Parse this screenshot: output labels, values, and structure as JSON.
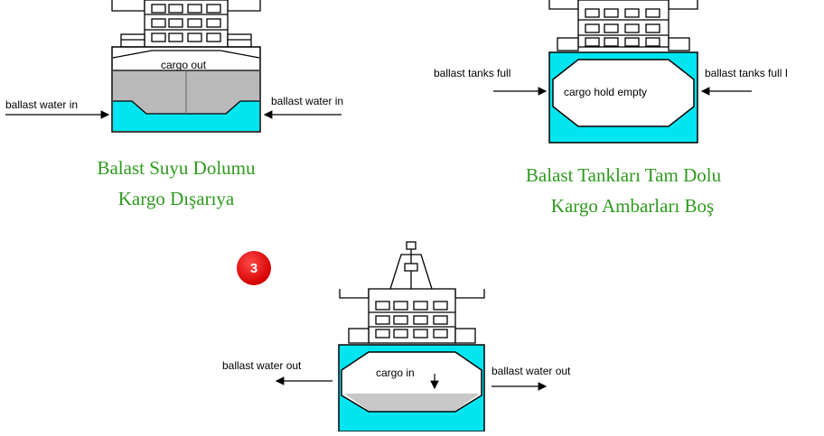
{
  "panel_1": {
    "hold_label": "cargo out",
    "left_arrow_label": "ballast water in",
    "right_arrow_label": "ballast water in",
    "caption_line1": "Balast Suyu Dolumu",
    "caption_line2": "Kargo Dışarıya"
  },
  "panel_2": {
    "hold_label": "cargo hold empty",
    "left_arrow_label": "ballast tanks full",
    "right_arrow_label": "ballast tanks full I",
    "caption_line1": "Balast Tankları Tam Dolu",
    "caption_line2": "Kargo Ambarları Boş"
  },
  "panel_3": {
    "step_number": "3",
    "hold_label": "cargo in",
    "left_arrow_label": "ballast water out",
    "right_arrow_label": "ballast water out"
  },
  "colors": {
    "ballast_water": "#00e5ef",
    "cargo_grey": "#b9b9b9",
    "caption_green": "#2e9a1e",
    "badge_red": "#e00000"
  }
}
